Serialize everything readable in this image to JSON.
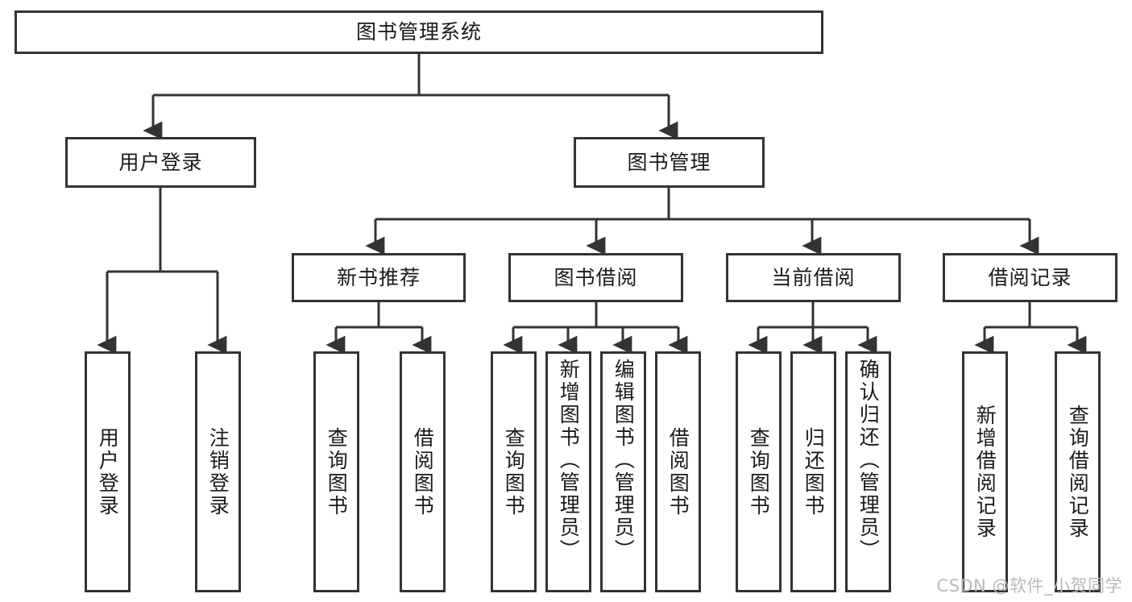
{
  "diagram": {
    "title": "图书管理系统",
    "type": "tree",
    "watermark": "CSDN @软件_小贺同学",
    "colors": {
      "stroke": "#333333",
      "fill": "#ffffff",
      "text": "#1a1a1a",
      "watermark": "#b9b9b9"
    },
    "nodes": {
      "root": {
        "label": "图书管理系统",
        "level": 1,
        "orientation": "horizontal"
      },
      "l2": [
        {
          "label": "用户登录",
          "orientation": "horizontal"
        },
        {
          "label": "图书管理",
          "orientation": "horizontal"
        }
      ],
      "l3": [
        {
          "label": "新书推荐",
          "orientation": "horizontal"
        },
        {
          "label": "图书借阅",
          "orientation": "horizontal"
        },
        {
          "label": "当前借阅",
          "orientation": "horizontal"
        },
        {
          "label": "借阅记录",
          "orientation": "horizontal"
        }
      ],
      "leaves_user_login": [
        {
          "label": "用户登录",
          "orientation": "vertical"
        },
        {
          "label": "注销登录",
          "orientation": "vertical"
        }
      ],
      "leaves_new_books": [
        {
          "label": "查询图书",
          "orientation": "vertical"
        },
        {
          "label": "借阅图书",
          "orientation": "vertical"
        }
      ],
      "leaves_borrow": [
        {
          "label": "查询图书",
          "orientation": "vertical"
        },
        {
          "label": "新增图书（管理员）",
          "orientation": "vertical"
        },
        {
          "label": "编辑图书（管理员）",
          "orientation": "vertical"
        },
        {
          "label": "借阅图书",
          "orientation": "vertical"
        }
      ],
      "leaves_current": [
        {
          "label": "查询图书",
          "orientation": "vertical"
        },
        {
          "label": "归还图书",
          "orientation": "vertical"
        },
        {
          "label": "确认归还（管理员）",
          "orientation": "vertical"
        }
      ],
      "leaves_records": [
        {
          "label": "新增借阅记录",
          "orientation": "vertical"
        },
        {
          "label": "查询借阅记录",
          "orientation": "vertical"
        }
      ]
    }
  }
}
